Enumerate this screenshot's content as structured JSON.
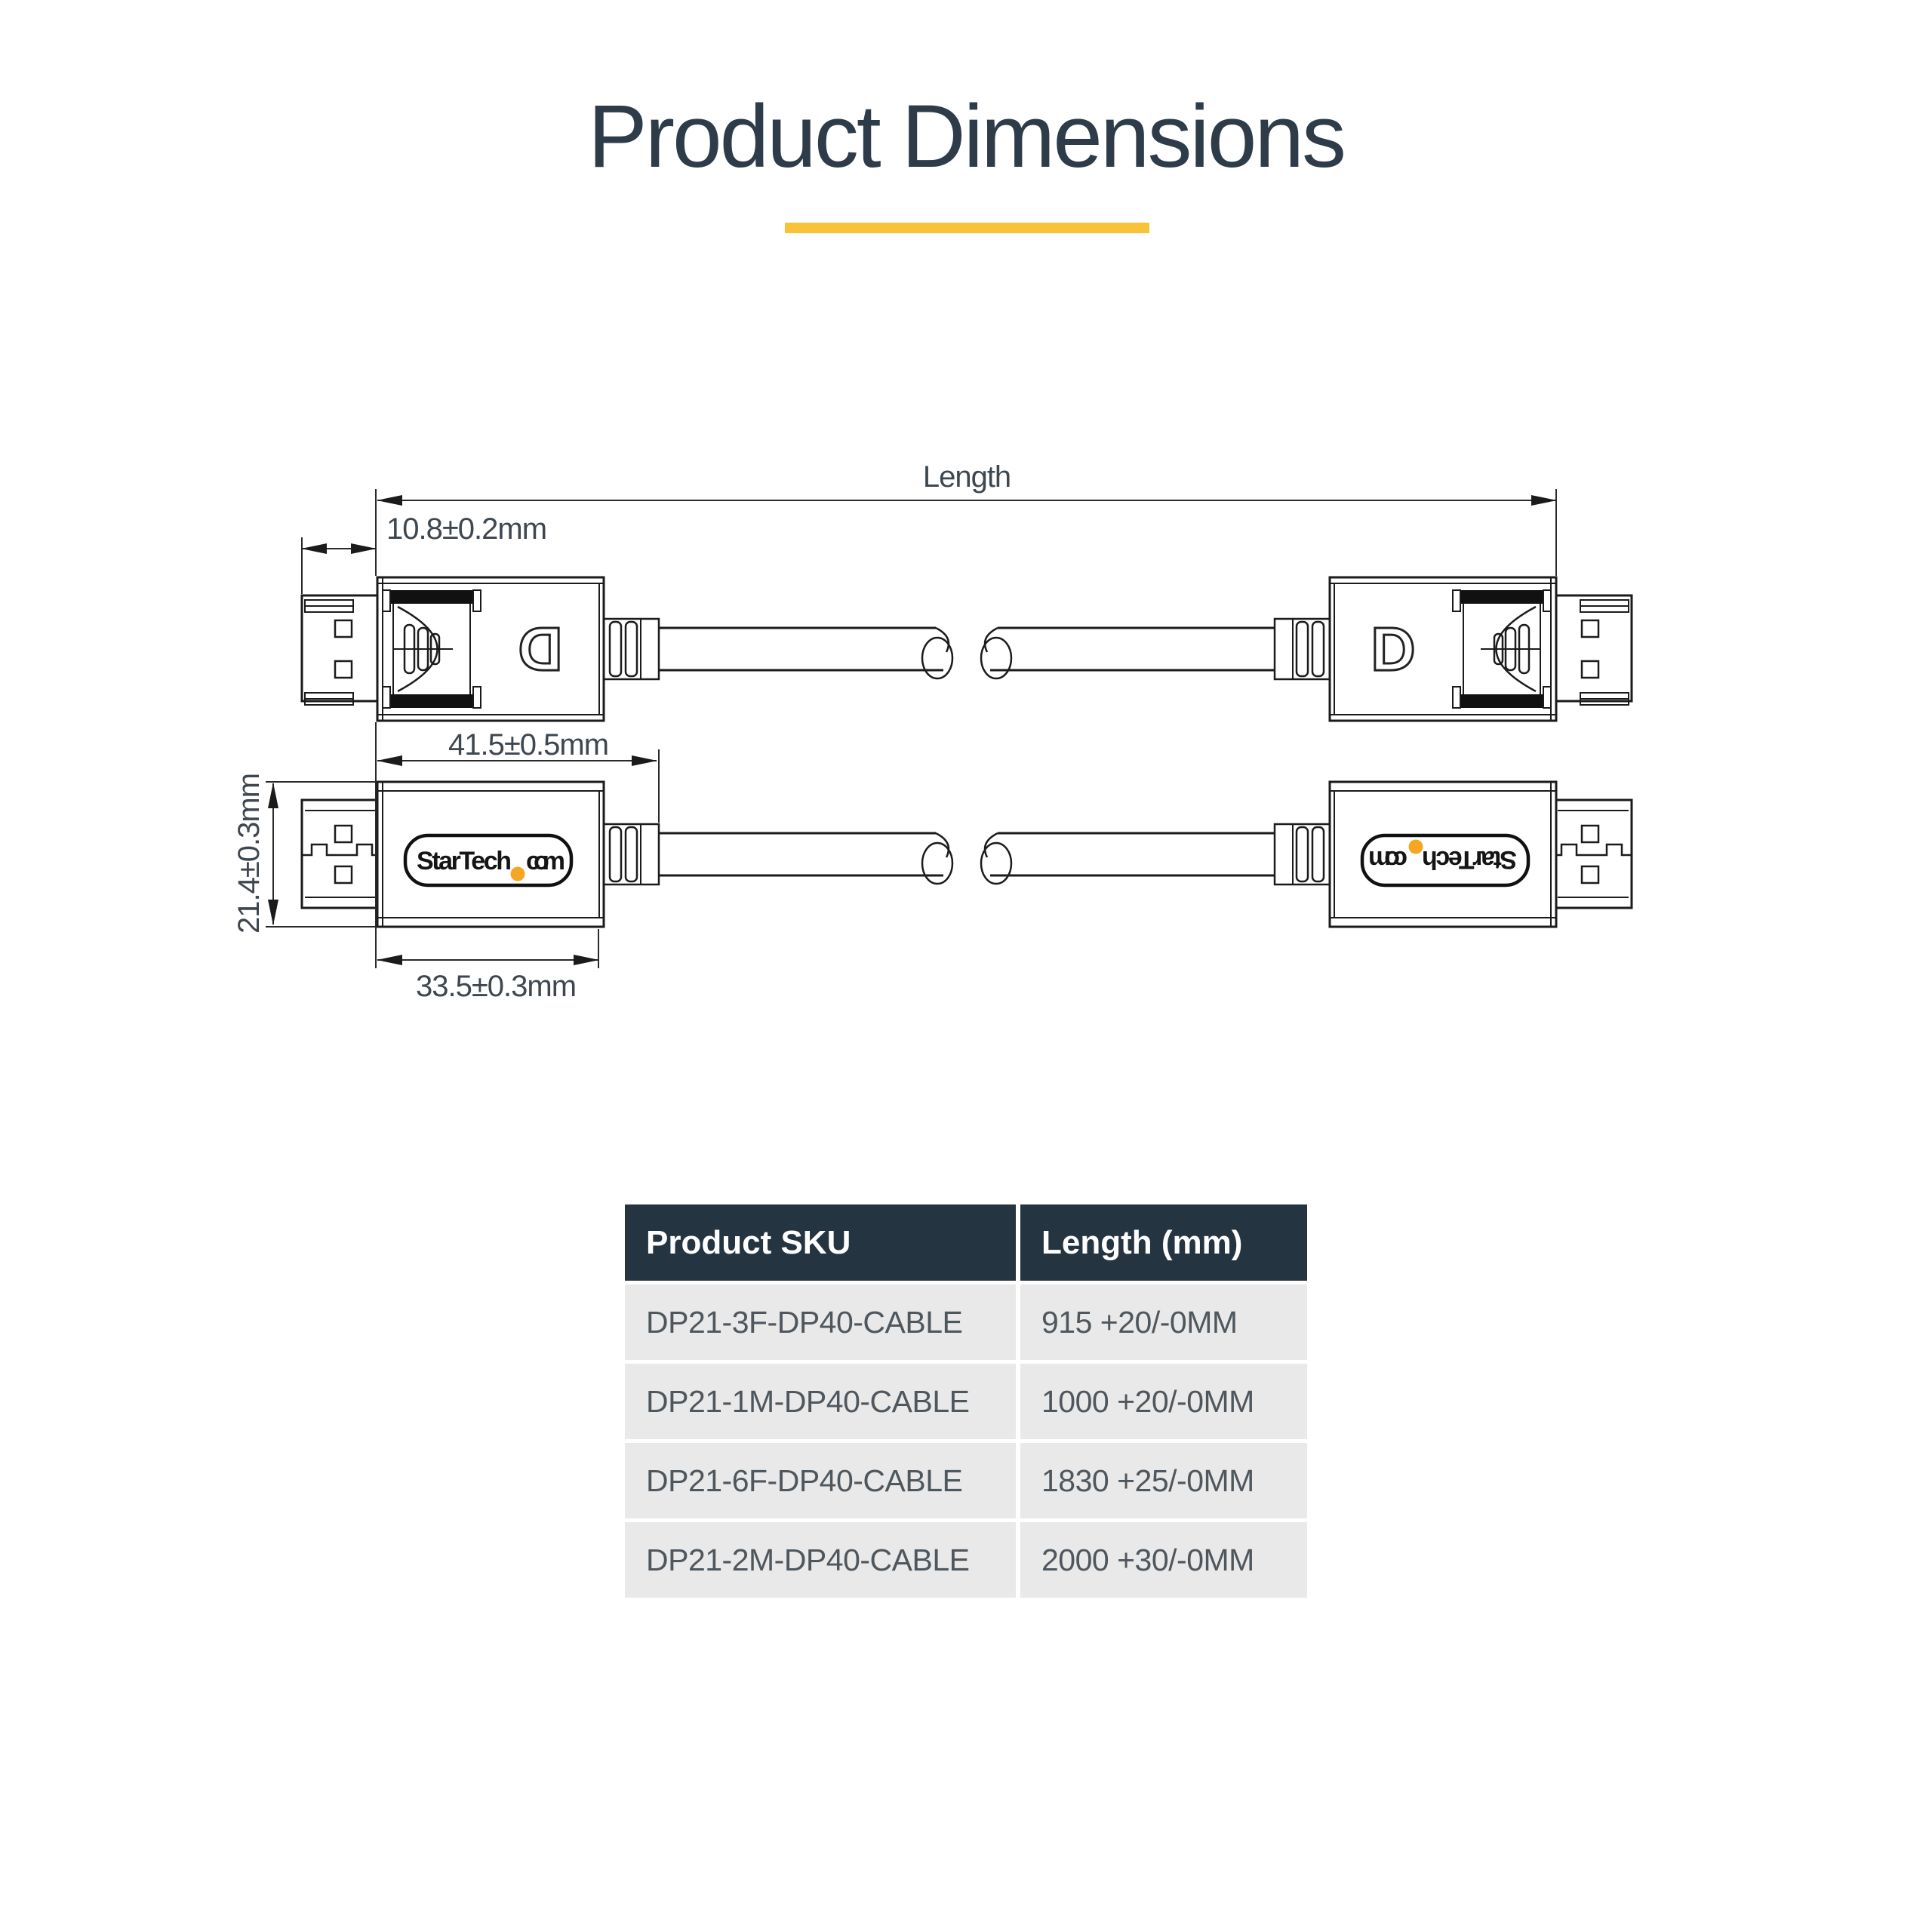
{
  "page": {
    "title": "Product Dimensions",
    "accent_color": "#F8C339",
    "background": "#ffffff"
  },
  "diagram": {
    "length_label": "Length",
    "dims": {
      "plug_depth": "10.8±0.2mm",
      "housing_width": "41.5±0.5mm",
      "connector_height": "21.4±0.3mm",
      "body_width": "33.5±0.3mm"
    },
    "brand": {
      "full": "StarTech.com",
      "part1": "StarTech",
      "part2": "com",
      "dot_color": "#F5A623"
    },
    "port_letter": "D",
    "line_color": "#1b1b1b"
  },
  "table": {
    "headers": [
      "Product SKU",
      "Length (mm)"
    ],
    "rows": [
      {
        "sku": "DP21-3F-DP40-CABLE",
        "length": "915 +20/-0MM"
      },
      {
        "sku": "DP21-1M-DP40-CABLE",
        "length": "1000 +20/-0MM"
      },
      {
        "sku": "DP21-6F-DP40-CABLE",
        "length": "1830 +25/-0MM"
      },
      {
        "sku": "DP21-2M-DP40-CABLE",
        "length": "2000 +30/-0MM"
      }
    ],
    "header_bg": "#253441",
    "header_color": "#ffffff",
    "row_bg": "#e9e9e9",
    "row_color": "#4f575e"
  }
}
